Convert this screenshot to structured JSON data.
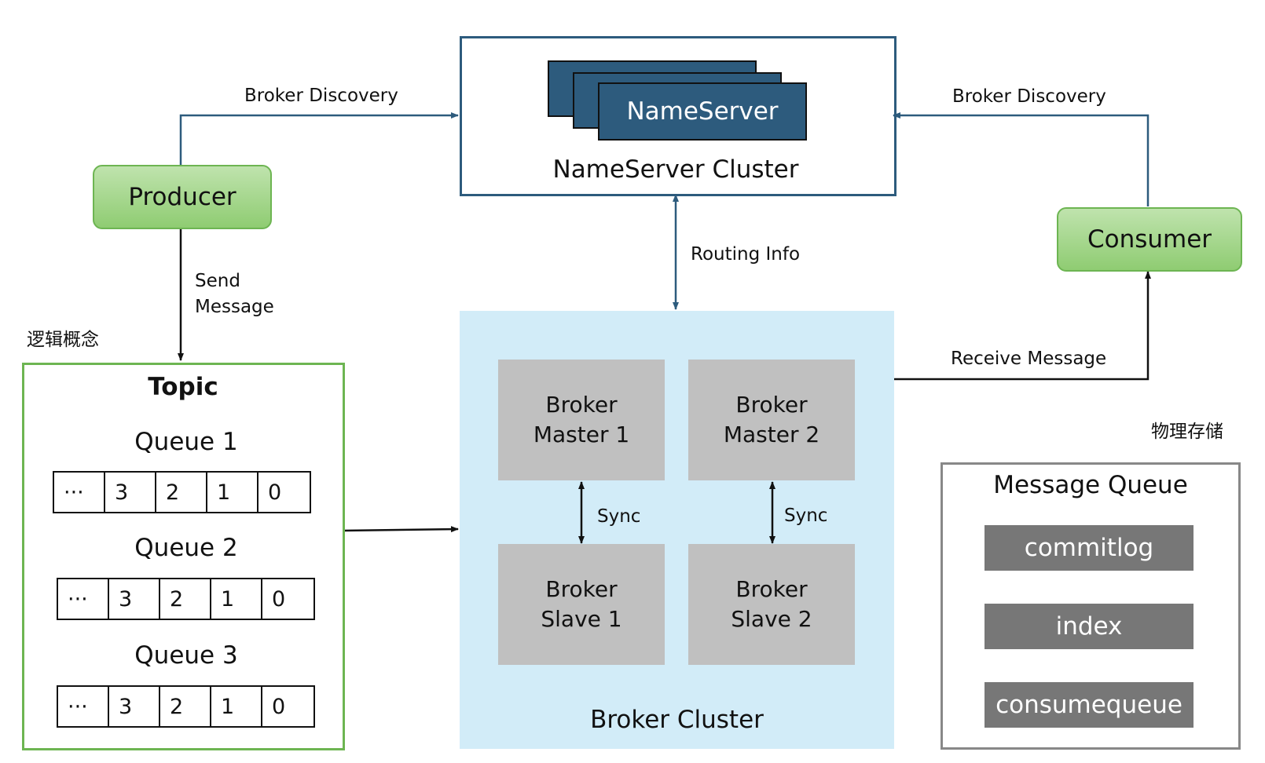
{
  "nameserver": {
    "card_label": "NameServer",
    "cluster_label": "NameServer Cluster"
  },
  "producer": {
    "label": "Producer"
  },
  "consumer": {
    "label": "Consumer"
  },
  "edges": {
    "producer_discovery": "Broker Discovery",
    "consumer_discovery": "Broker Discovery",
    "routing_info": "Routing Info",
    "send_message_line1": "Send",
    "send_message_line2": "Message",
    "receive_message": "Receive Message",
    "sync_1": "Sync",
    "sync_2": "Sync"
  },
  "logical_label": "逻辑概念",
  "physical_label": "物理存储",
  "topic": {
    "title": "Topic",
    "queues": [
      {
        "name": "Queue 1",
        "cells": [
          "···",
          "3",
          "2",
          "1",
          "0"
        ]
      },
      {
        "name": "Queue 2",
        "cells": [
          "···",
          "3",
          "2",
          "1",
          "0"
        ]
      },
      {
        "name": "Queue 3",
        "cells": [
          "···",
          "3",
          "2",
          "1",
          "0"
        ]
      }
    ]
  },
  "broker_cluster": {
    "label": "Broker Cluster",
    "master1": [
      "Broker",
      "Master 1"
    ],
    "master2": [
      "Broker",
      "Master 2"
    ],
    "slave1": [
      "Broker",
      "Slave 1"
    ],
    "slave2": [
      "Broker",
      "Slave 2"
    ]
  },
  "message_queue": {
    "title": "Message Queue",
    "items": [
      "commitlog",
      "index",
      "consumequeue"
    ]
  },
  "colors": {
    "nameserver_blue": "#2d5b7d",
    "green_fill": "#8fcc72",
    "green_border": "#6db552",
    "broker_cluster_bg": "#d2ecf8",
    "broker_gray": "#c0c0c0",
    "storage_gray": "#777777"
  }
}
